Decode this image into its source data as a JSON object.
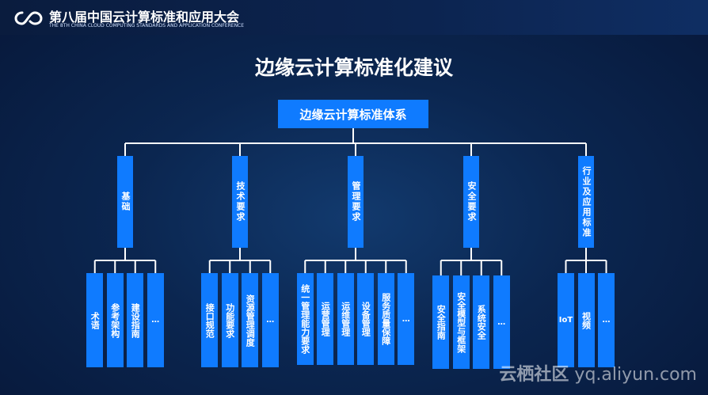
{
  "header": {
    "title": "第八届中国云计算标准和应用大会",
    "subtitle": "THE 8TH CHINA CLOUD COMPUTING STANDARDS AND APPLICATION CONFERENCE"
  },
  "page": {
    "title": "边缘云计算标准化建议"
  },
  "diagram": {
    "root": "边缘云计算标准体系",
    "categories": [
      {
        "label": "基础",
        "leaves": [
          "术语",
          "参考架构",
          "建设指南",
          "…"
        ]
      },
      {
        "label": "技术要求",
        "leaves": [
          "接口规范",
          "功能要求",
          "资源管理调度",
          "…"
        ]
      },
      {
        "label": "管理要求",
        "leaves": [
          "统一管理能力要求",
          "运营管理",
          "运维管理",
          "设备管理",
          "服务质量保障",
          "…"
        ]
      },
      {
        "label": "安全要求",
        "leaves": [
          "安全指南",
          "安全模型与框架",
          "系统安全",
          "…"
        ]
      },
      {
        "label": "行业及应用标准",
        "leaves": [
          "IoT",
          "视频",
          "…"
        ]
      }
    ]
  },
  "watermark": {
    "cn": "云栖社区",
    "url": "yq.aliyun.com"
  },
  "colors": {
    "box": "#0f7bff",
    "line": "#ffffff",
    "background": "#0b2650"
  }
}
